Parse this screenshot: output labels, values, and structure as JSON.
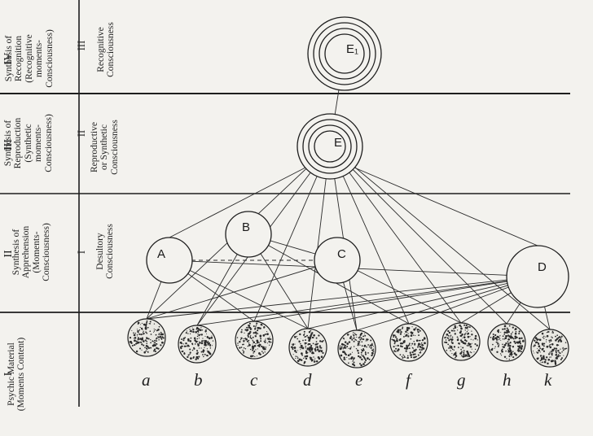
{
  "stages": [
    {
      "numeral": "IV",
      "title": "Synthesis of\nRecognition\n(Recognitive\nmoments-\nConsciousness)",
      "level_numeral": "III",
      "level_text": "Recognitive\nConsciousness"
    },
    {
      "numeral": "III",
      "title": "Synthesis of\nReproduction\n(Synthetic\nmoments-\nConsciousness)",
      "level_numeral": "II",
      "level_text": "Reproductive\nor Synthetic\nConsciousness"
    },
    {
      "numeral": "II",
      "title": "Synthesis of\nApprehension\n(Moments-\nConsciousness)",
      "level_numeral": "I",
      "level_text": "Desultory\nConsciousness"
    },
    {
      "numeral": "I",
      "title": "Psychic Material\n(Moments Content)",
      "level_numeral": "",
      "level_text": ""
    }
  ],
  "nodes": {
    "E1": "E₁",
    "E": "E",
    "A": "A",
    "B": "B",
    "C": "C",
    "D": "D"
  },
  "material": [
    "a",
    "b",
    "c",
    "d",
    "e",
    "f",
    "g",
    "h",
    "k"
  ],
  "colors": {
    "ink": "#1e1e1e",
    "paper": "#f3f2ee"
  }
}
